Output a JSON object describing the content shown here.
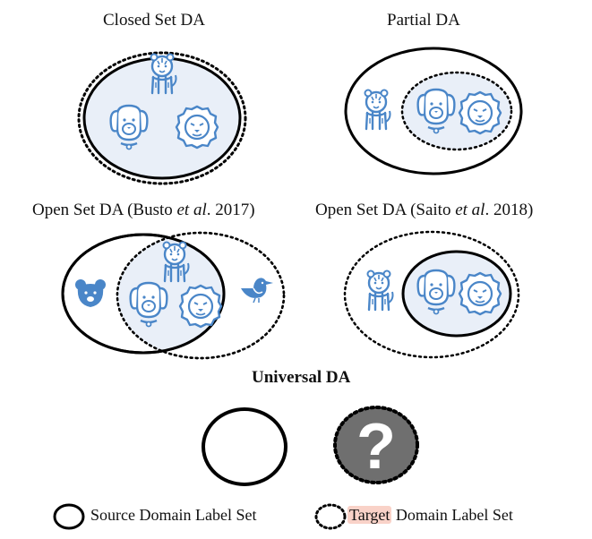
{
  "panels": {
    "closed": {
      "title": "Closed Set DA"
    },
    "partial": {
      "title": "Partial DA"
    },
    "open_busto": {
      "title_prefix": "Open Set DA (Busto ",
      "title_italic": "et al",
      "title_suffix": ". 2017)"
    },
    "open_saito": {
      "title_prefix": "Open Set DA (Saito ",
      "title_italic": "et al",
      "title_suffix": ". 2018)"
    },
    "universal": {
      "title": "Universal DA",
      "unknown_symbol": "?"
    }
  },
  "legend": {
    "source": "Source Domain Label Set",
    "target_highlight": "Target",
    "target_rest": " Domain Label Set"
  },
  "colors": {
    "icon_blue": "#4a86c8",
    "fill_lightblue": "#e9eff8",
    "unknown_gray": "#6f6f6f",
    "highlight": "#f9d2c8"
  },
  "icons": [
    "tiger-icon",
    "dog-icon",
    "lion-icon",
    "bear-icon",
    "bird-icon"
  ]
}
